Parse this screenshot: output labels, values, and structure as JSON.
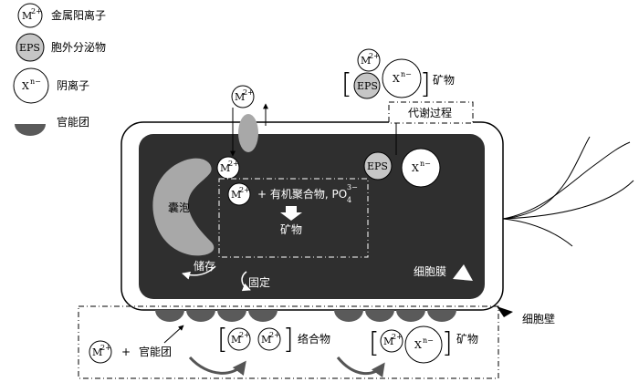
{
  "legend": {
    "m2_ion": {
      "symbol": "M",
      "charge": "2+",
      "label": "金属阳离子"
    },
    "eps": {
      "symbol": "EPS",
      "label": "胞外分泌物"
    },
    "x_ion": {
      "symbol": "X",
      "charge": "n−",
      "label": "阴离子"
    },
    "functional_group": {
      "label": "官能团"
    }
  },
  "cell": {
    "vacuole_label": "囊泡",
    "storage_label": "储存",
    "fixation_label": "固定",
    "membrane_label": "细胞膜",
    "wall_label": "细胞壁",
    "inner_reaction": {
      "plus_text": "+ 有机聚合物, PO",
      "po4_sub": "4",
      "po4_sup": "3−",
      "product_label": "矿物"
    }
  },
  "top_right": {
    "mineral_label": "矿物",
    "metabolism_label": "代谢过程"
  },
  "bottom": {
    "plus_text": "+",
    "functional_group_label": "官能团",
    "complex_label": "络合物",
    "mineral_label": "矿物"
  },
  "ions": {
    "m": "M",
    "m_charge": "2+",
    "x": "X",
    "x_charge": "n−",
    "eps": "EPS"
  },
  "colors": {
    "cytoplasm": "#2f2f2f",
    "vacuole": "#a8a8a8",
    "eps_fill": "#c6c6c6",
    "group_fill": "#5a5a5a"
  }
}
